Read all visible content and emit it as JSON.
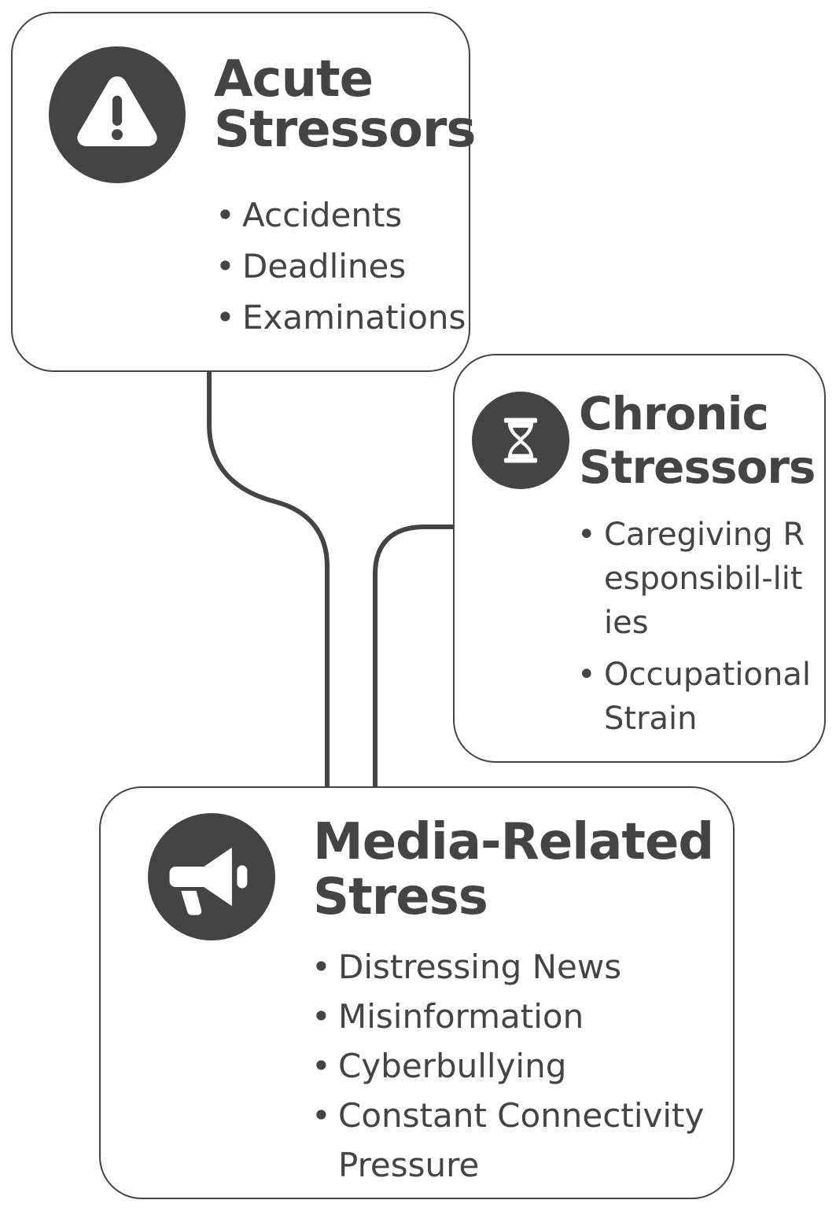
{
  "colors": {
    "ink": "#444444",
    "background": "#ffffff"
  },
  "acute": {
    "icon": "warning-triangle-icon",
    "title_lines": [
      "Acute",
      "Stressors"
    ],
    "items": [
      "Accidents",
      "Deadlines",
      "Examinations"
    ]
  },
  "chronic": {
    "icon": "hourglass-icon",
    "title_lines": [
      "Chronic",
      "Stressors"
    ],
    "items": [
      "Caregiving Responsibil-lities",
      "Occupational Strain"
    ]
  },
  "media": {
    "icon": "megaphone-icon",
    "title_lines": [
      "Media-Related",
      "Stress"
    ],
    "items": [
      "Distressing News",
      "Misinformation",
      "Cyberbullying",
      "Constant Connectivity Pressure"
    ]
  }
}
